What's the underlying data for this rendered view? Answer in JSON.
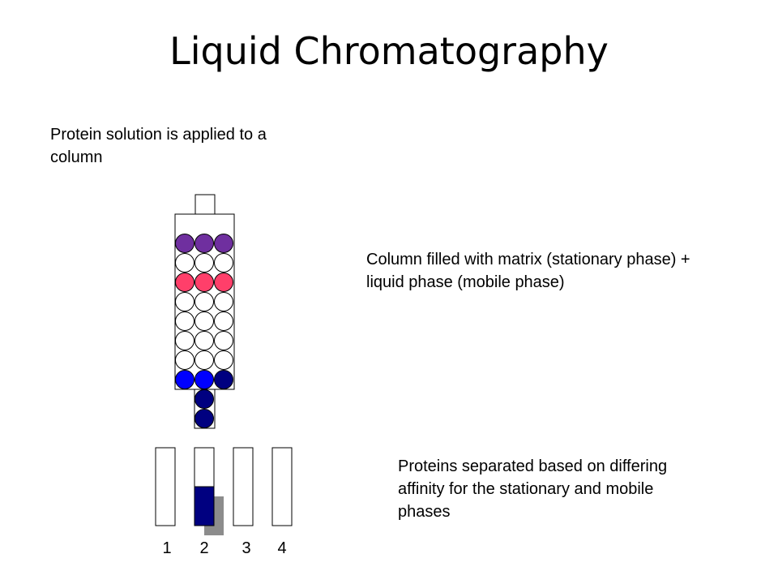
{
  "slide": {
    "title": "Liquid Chromatography",
    "text_apply": "Protein solution is applied to a column",
    "text_column": "Column filled with matrix (stationary phase) + liquid phase (mobile phase)",
    "text_separated": "Proteins separated based on differing affinity for the stationary and mobile phases"
  },
  "column": {
    "rows": [
      [
        "#6f2f9f",
        "#6f2f9f",
        "#6f2f9f"
      ],
      [
        "#ffffff",
        "#ffffff",
        "#ffffff"
      ],
      [
        "#ff3f6a",
        "#ff3f6a",
        "#ff3f6a"
      ],
      [
        "#ffffff",
        "#ffffff",
        "#ffffff"
      ],
      [
        "#ffffff",
        "#ffffff",
        "#ffffff"
      ],
      [
        "#ffffff",
        "#ffffff",
        "#ffffff"
      ],
      [
        "#ffffff",
        "#ffffff",
        "#ffffff"
      ],
      [
        "#0000ff",
        "#0000ff",
        "#000080"
      ]
    ],
    "outlet_beads": [
      "#000080",
      "#000080"
    ]
  },
  "tubes": [
    {
      "label": "1",
      "fill_fraction": 0
    },
    {
      "label": "2",
      "fill_fraction": 0.5,
      "fill_color": "#000080",
      "shadow_color": "#8c8c8c"
    },
    {
      "label": "3",
      "fill_fraction": 0
    },
    {
      "label": "4",
      "fill_fraction": 0
    }
  ]
}
